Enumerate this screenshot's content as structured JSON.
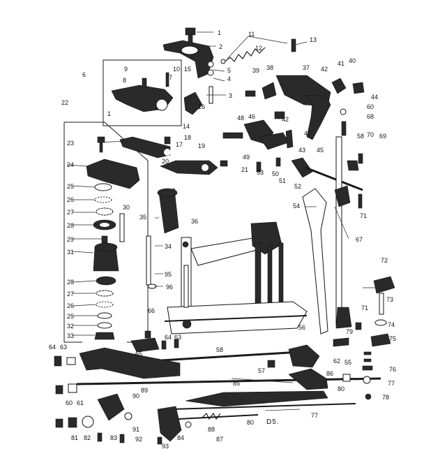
{
  "diagram": {
    "code": "D5.",
    "callouts": [
      {
        "label": "1"
      },
      {
        "label": "2"
      },
      {
        "label": "3"
      },
      {
        "label": "4"
      },
      {
        "label": "5"
      },
      {
        "label": "6"
      },
      {
        "label": "7"
      },
      {
        "label": "8"
      },
      {
        "label": "9"
      },
      {
        "label": "10"
      },
      {
        "label": "11"
      },
      {
        "label": "12"
      },
      {
        "label": "13"
      },
      {
        "label": "14"
      },
      {
        "label": "15"
      },
      {
        "label": "16"
      },
      {
        "label": "1"
      },
      {
        "label": "22"
      },
      {
        "label": "23"
      },
      {
        "label": "24"
      },
      {
        "label": "25"
      },
      {
        "label": "26"
      },
      {
        "label": "27"
      },
      {
        "label": "28"
      },
      {
        "label": "29"
      },
      {
        "label": "31"
      },
      {
        "label": "30"
      },
      {
        "label": "28"
      },
      {
        "label": "27"
      },
      {
        "label": "26"
      },
      {
        "label": "25"
      },
      {
        "label": "32"
      },
      {
        "label": "33"
      },
      {
        "label": "17"
      },
      {
        "label": "18"
      },
      {
        "label": "19"
      },
      {
        "label": "20"
      },
      {
        "label": "21"
      },
      {
        "label": "35"
      },
      {
        "label": "36"
      },
      {
        "label": "34"
      },
      {
        "label": "95"
      },
      {
        "label": "96"
      },
      {
        "label": "39"
      },
      {
        "label": "38"
      },
      {
        "label": "37"
      },
      {
        "label": "42"
      },
      {
        "label": "41"
      },
      {
        "label": "40"
      },
      {
        "label": "44"
      },
      {
        "label": "60"
      },
      {
        "label": "68"
      },
      {
        "label": "48"
      },
      {
        "label": "46"
      },
      {
        "label": "42"
      },
      {
        "label": "47"
      },
      {
        "label": "43"
      },
      {
        "label": "45"
      },
      {
        "label": "49"
      },
      {
        "label": "53"
      },
      {
        "label": "50"
      },
      {
        "label": "51"
      },
      {
        "label": "52"
      },
      {
        "label": "58"
      },
      {
        "label": "70"
      },
      {
        "label": "69"
      },
      {
        "label": "71"
      },
      {
        "label": "54"
      },
      {
        "label": "67"
      },
      {
        "label": "72"
      },
      {
        "label": "73"
      },
      {
        "label": "71"
      },
      {
        "label": "74"
      },
      {
        "label": "75"
      },
      {
        "label": "76"
      },
      {
        "label": "77"
      },
      {
        "label": "78"
      },
      {
        "label": "79"
      },
      {
        "label": "55"
      },
      {
        "label": "56"
      },
      {
        "label": "57"
      },
      {
        "label": "58"
      },
      {
        "label": "86"
      },
      {
        "label": "80"
      },
      {
        "label": "85"
      },
      {
        "label": "77"
      },
      {
        "label": "66"
      },
      {
        "label": "63"
      },
      {
        "label": "64"
      },
      {
        "label": "64"
      },
      {
        "label": "63"
      },
      {
        "label": "65"
      },
      {
        "label": "60"
      },
      {
        "label": "61"
      },
      {
        "label": "90"
      },
      {
        "label": "89"
      },
      {
        "label": "80"
      },
      {
        "label": "81"
      },
      {
        "label": "82"
      },
      {
        "label": "83"
      },
      {
        "label": "84"
      },
      {
        "label": "91"
      },
      {
        "label": "92"
      },
      {
        "label": "93"
      },
      {
        "label": "88"
      },
      {
        "label": "87"
      },
      {
        "label": "62"
      }
    ]
  }
}
